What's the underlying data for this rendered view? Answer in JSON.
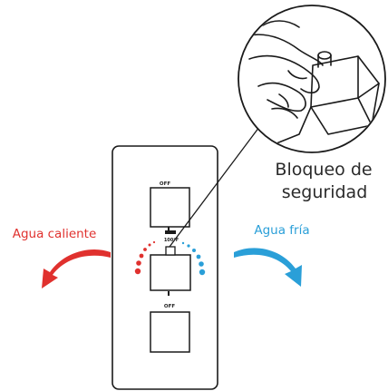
{
  "labels": {
    "off_top": "OFF",
    "off_bottom": "OFF",
    "temp_stop": "100°F",
    "callout_line1": "Bloqueo de",
    "callout_line2": "seguridad",
    "hot_water": "Agua caliente",
    "cold_water": "Agua fría"
  },
  "colors": {
    "hot": "#e0312e",
    "cold": "#2a9fd8",
    "outline": "#1a1a1a"
  }
}
